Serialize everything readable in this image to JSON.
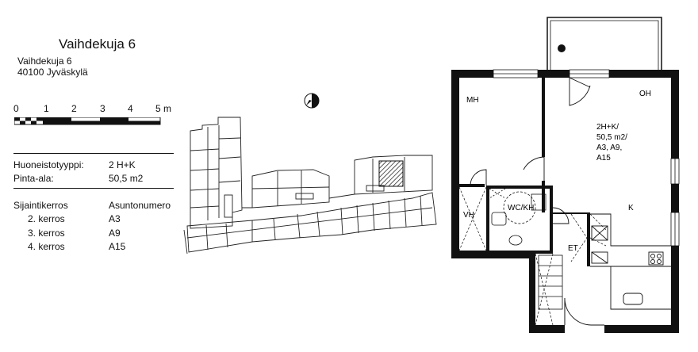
{
  "title": "Vaihdekuja 6",
  "address": {
    "street": "Vaihdekuja 6",
    "postal": "40100 Jyväskylä"
  },
  "scale": {
    "ticks": [
      "0",
      "1",
      "2",
      "3",
      "4",
      "5 m"
    ]
  },
  "info": {
    "type_label": "Huoneistotyyppi:",
    "type_value": "2 H+K",
    "area_label": "Pinta-ala:",
    "area_value": "50,5 m2"
  },
  "floors": {
    "floor_header": "Sijaintikerros",
    "apt_header": "Asuntonumero",
    "rows": [
      {
        "floor": "2. kerros",
        "apt": "A3"
      },
      {
        "floor": "3. kerros",
        "apt": "A9"
      },
      {
        "floor": "4. kerros",
        "apt": "A15"
      }
    ]
  },
  "plan": {
    "rooms": {
      "mh": "MH",
      "oh": "OH",
      "k": "K",
      "vh": "VH",
      "wc": "WC/KH",
      "et": "ET"
    },
    "apt_info": [
      "2H+K/",
      "50,5 m2/",
      "A3, A9,",
      "A15"
    ]
  }
}
